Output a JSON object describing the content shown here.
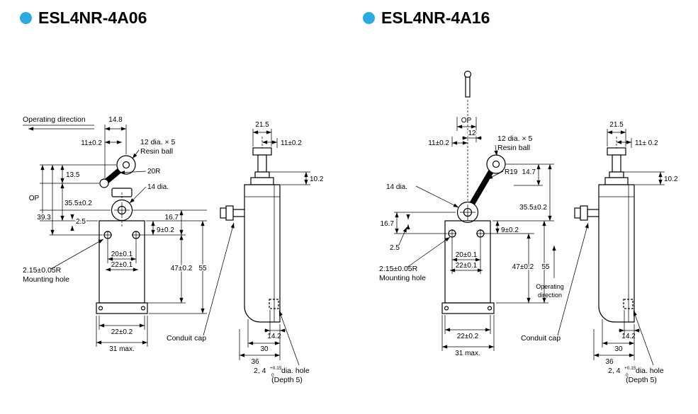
{
  "accent": "#29abe2",
  "panels": {
    "a06": {
      "title": "ESL4NR-4A06",
      "front": {
        "operating_direction": "Operating direction",
        "d14_8": "14.8",
        "d11": "11±0.2",
        "resin1": "12 dia. × 5",
        "resin2": "Resin ball",
        "d20r": "20R",
        "d14dia": "14 dia.",
        "d13_5": "13.5",
        "op": "OP",
        "d35_5": "35.5±0.2",
        "d39_3": "39.3",
        "d2_5": "2.5",
        "d9": "9±0.2",
        "d16_7": "16.7",
        "d20": "20±0.1",
        "d22a": "22±0.1",
        "d47": "47±0.2",
        "d55": "55",
        "mount1": "2.15±0.05R",
        "mount2": "Mounting hole",
        "d22b": "22±0.2",
        "d31": "31 max."
      },
      "side": {
        "d21_5": "21.5",
        "d11": "11±0.2",
        "d10_2": "10.2",
        "conduit_cap": "Conduit cap",
        "d14_2": "14.2",
        "d30": "30",
        "d36": "36",
        "hole_prefix": "2, 4",
        "hole_sup": "+0.15",
        "hole_sub": "0",
        "hole_suffix": "dia. hole",
        "hole_depth": "(Depth 5)"
      }
    },
    "a16": {
      "title": "ESL4NR-4A16",
      "front": {
        "op": "OP",
        "d12": "12",
        "d11": "11±0.2",
        "resin1": "12 dia. × 5",
        "resin2": "Resin ball",
        "r19": "R19",
        "d14_7": "14.7",
        "d14dia": "14 dia.",
        "d35_5": "35.5±0.2",
        "d16_7": "16.7",
        "d2_5": "2.5",
        "d9": "9±0.2",
        "d20": "20±0.1",
        "d22a": "22±0.1",
        "d47": "47±0.2",
        "d55": "55",
        "op_dir1": "Operating",
        "op_dir2": "direction",
        "mount1": "2.15±0.05R",
        "mount2": "Mounting hole",
        "d22b": "22±0.2",
        "d31": "31 max."
      },
      "side": {
        "d21_5": "21.5",
        "d11": "11± 0.2",
        "d10_2": "10.2",
        "conduit_cap": "Conduit cap",
        "d14_2": "14.2",
        "d30": "30",
        "d36": "36",
        "hole_prefix": "2, 4",
        "hole_sup": "+0.15",
        "hole_sub": "0",
        "hole_suffix": "dia. hole",
        "hole_depth": "(Depth 5)"
      }
    }
  }
}
